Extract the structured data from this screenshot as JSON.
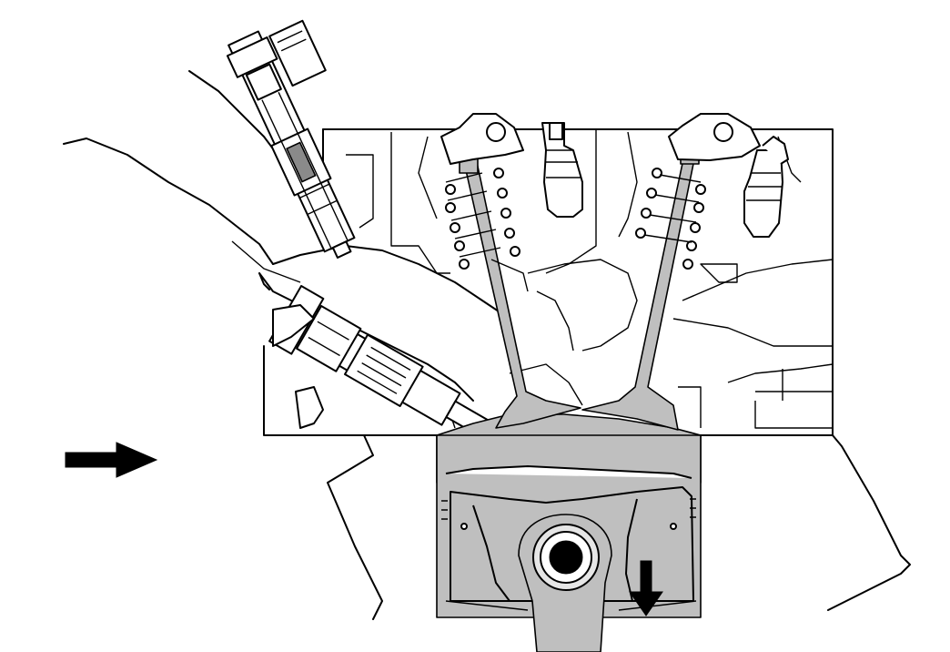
{
  "diagram": {
    "kind": "engine-cylinder-cross-section",
    "components": [
      "port-fuel-injector",
      "direct-injector",
      "intake-valve",
      "exhaust-valve",
      "valve-springs",
      "hydraulic-lifters",
      "camshafts",
      "piston",
      "connecting-rod",
      "fuel-spray"
    ],
    "arrows": [
      {
        "name": "intake-air-flow",
        "direction": "right"
      },
      {
        "name": "piston-motion",
        "direction": "down"
      }
    ],
    "colors": {
      "line": "#000000",
      "background": "#ffffff",
      "shaded-parts": "#bfbfbf",
      "spray": "#000000"
    }
  }
}
